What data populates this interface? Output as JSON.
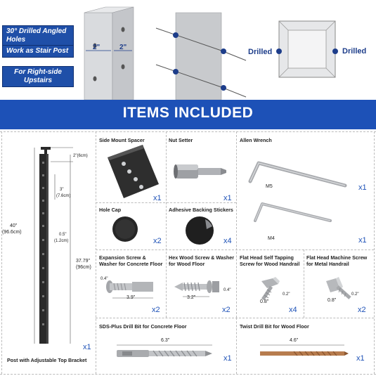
{
  "top": {
    "badges": [
      "30° Drilled Angled Holes",
      "Work as Stair Post",
      "For Right-side Upstairs"
    ],
    "dim_a": "2\"",
    "dim_b": "2\"",
    "drilled_left": "Drilled",
    "drilled_right": "Drilled"
  },
  "banner": {
    "title": "ITEMS INCLUDED"
  },
  "post": {
    "title": "Post with Adjustable Top Bracket",
    "qty": "x1",
    "height_total": "40\"",
    "height_total_cm": "(96.6cm)",
    "height_post": "37.79\"",
    "height_post_cm": "(96cm)",
    "bracket": "2\"(6cm)",
    "spacing_a": "3\"",
    "spacing_a_cm": "(7.6cm)",
    "spacing_b": "0.5\"",
    "spacing_b_cm": "(1.2cm)"
  },
  "items": {
    "side_mount_spacer": {
      "title": "Side Mount Spacer",
      "qty": "x1"
    },
    "nut_setter": {
      "title": "Nut Setter",
      "qty": "x1"
    },
    "allen_wrench": {
      "title": "Allen Wrench",
      "m5": "M5",
      "m4": "M4",
      "qty_m5": "x1",
      "qty_m4": "x1"
    },
    "hole_cap": {
      "title": "Hole Cap",
      "qty": "x2"
    },
    "stickers": {
      "title": "Adhesive Backing Stickers",
      "qty": "x4"
    },
    "expansion_screw": {
      "title": "Expansion Screw & Washer for Concrete Floor",
      "qty": "x2",
      "dia": "0.4\"",
      "len": "3.9\""
    },
    "hex_wood_screw": {
      "title": "Hex Wood Screw & Washer for Wood Floor",
      "qty": "x2",
      "dia": "0.4\"",
      "len": "3.2\""
    },
    "self_tapping": {
      "title": "Flat Head Self Tapping Screw for Wood Handrail",
      "qty": "x4",
      "dia": "0.2\"",
      "len": "0.8\""
    },
    "machine_screw": {
      "title": "Flat Head Machine Screw for Metal Handrail",
      "qty": "x2",
      "dia": "0.2\"",
      "len": "0.8\""
    },
    "sds_bit": {
      "title": "SDS-Plus Drill Bit for Concrete Floor",
      "qty": "x1",
      "len": "6.3\""
    },
    "twist_bit": {
      "title": "Twist Drill Bit for Wood Floor",
      "qty": "x1",
      "len": "4.6\""
    }
  },
  "colors": {
    "accent": "#1d51b7",
    "badge": "#1f4fa8",
    "metal": "#b8b8bc",
    "black": "#2a2a2a"
  }
}
